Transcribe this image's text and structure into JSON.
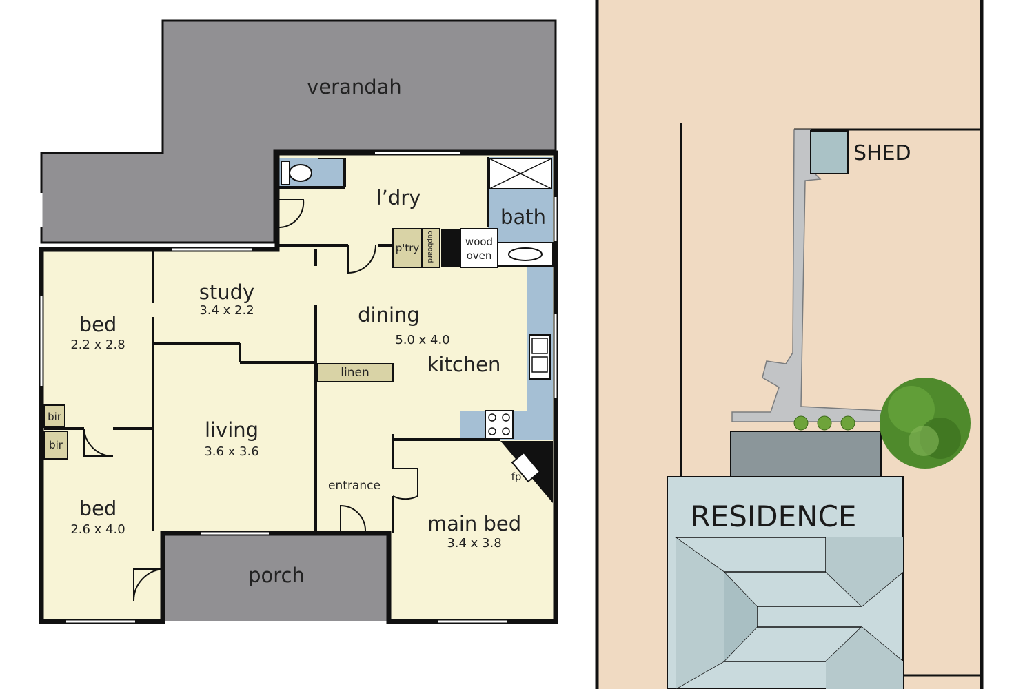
{
  "floor_plan": {
    "rooms": {
      "verandah": {
        "name": "verandah"
      },
      "study": {
        "name": "study",
        "size": "3.4 x 2.2"
      },
      "bed1": {
        "name": "bed",
        "size": "2.2 x 2.8"
      },
      "bed2": {
        "name": "bed",
        "size": "2.6 x 4.0"
      },
      "living": {
        "name": "living",
        "size": "3.6 x 3.6"
      },
      "dining": {
        "name": "dining",
        "size": "5.0 x 4.0"
      },
      "kitchen": {
        "name": "kitchen"
      },
      "laundry": {
        "name": "l’dry"
      },
      "bath": {
        "name": "bath"
      },
      "main_bed": {
        "name": "main bed",
        "size": "3.4 x 3.8"
      },
      "porch": {
        "name": "porch"
      },
      "entrance": {
        "name": "entrance"
      }
    },
    "fixtures": {
      "pantry": "p'try",
      "cupboard": "cupboard",
      "wood_oven_line1": "wood",
      "wood_oven_line2": "oven",
      "linen": "linen",
      "bir": "bir",
      "fireplace": "fp"
    }
  },
  "site_plan": {
    "shed": "SHED",
    "residence": "RESIDENCE"
  },
  "colors": {
    "room_fill": "#f8f4d6",
    "wall": "#111111",
    "outdoor": "#919093",
    "wet_area": "#a5bfd4",
    "fixture": "#d9d3a6",
    "land": "#f0dac2",
    "roof": "#c9dadd",
    "path": "#c2c4c6",
    "tree": "#4f8a2c"
  }
}
